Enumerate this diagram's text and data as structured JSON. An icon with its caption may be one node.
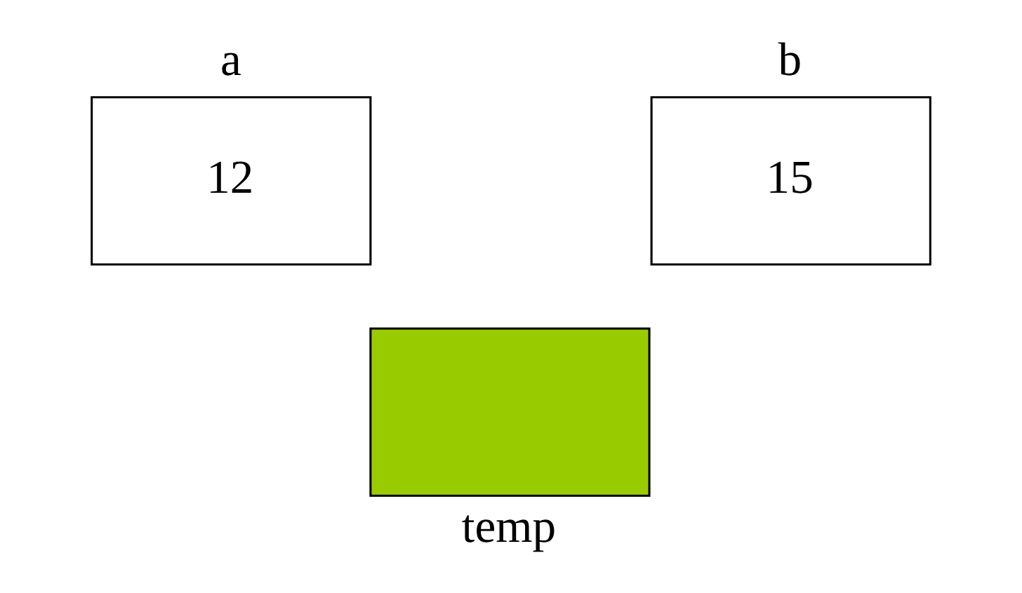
{
  "diagram": {
    "nodes": [
      {
        "text": [
          "a",
          "12"
        ]
      },
      {
        "text": [
          "b",
          "15"
        ]
      },
      {
        "text": [
          "temp"
        ]
      }
    ]
  }
}
